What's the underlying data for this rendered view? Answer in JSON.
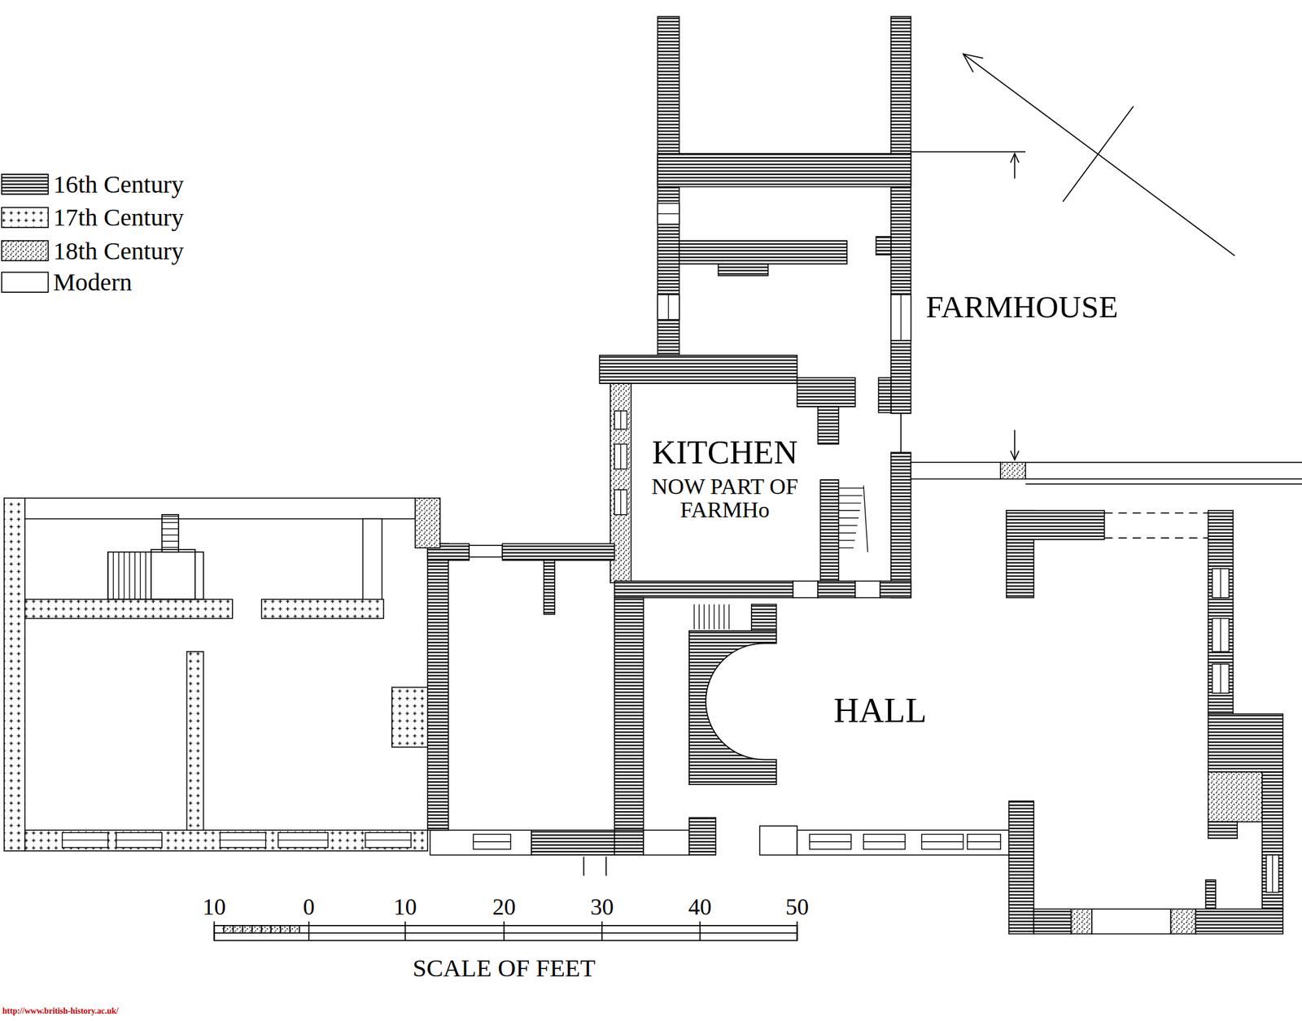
{
  "diagram": {
    "nodes": [
      {
        "text": [
          "KITCHEN",
          "NOW PART OF FARMHo"
        ]
      },
      {
        "text": [
          "HALL"
        ]
      }
    ],
    "labels": [
      "FARMHOUSE",
      "10",
      "0",
      "10",
      "20",
      "30",
      "40",
      "50",
      "SCALE OF FEET",
      "http://www.british-history.ac.uk/"
    ],
    "legend": [
      {
        "text": "16th Century"
      },
      {
        "text": "17th Century"
      },
      {
        "text": "18th Century"
      },
      {
        "text": "Modern"
      }
    ]
  }
}
